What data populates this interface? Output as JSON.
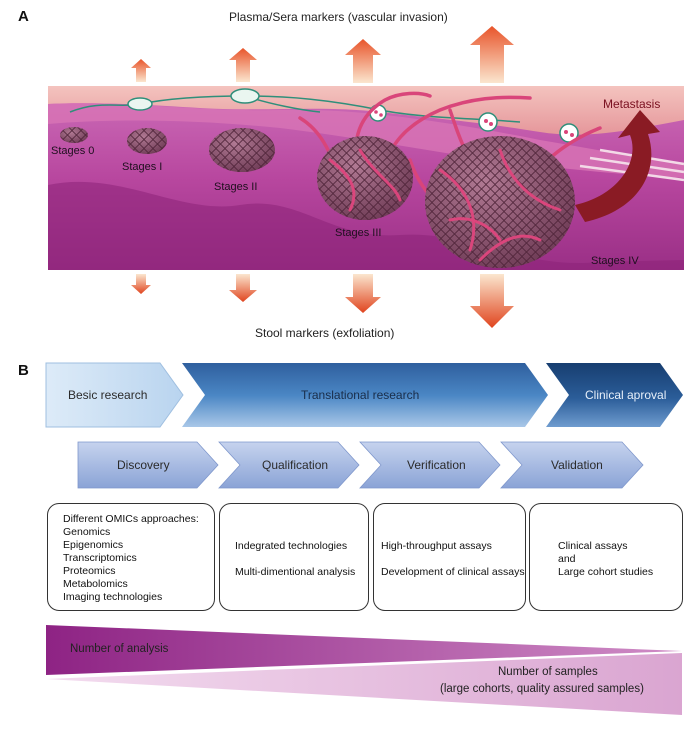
{
  "panel_a": {
    "letter": "A",
    "top_label": "Plasma/Sera markers (vascular invasion)",
    "bottom_label": "Stool markers (exfoliation)",
    "metastasis_label": "Metastasis",
    "stages": [
      "Stages 0",
      "Stages I",
      "Stages II",
      "Stages III",
      "Stages IV"
    ]
  },
  "panel_b": {
    "letter": "B",
    "research_row": [
      "Besic research",
      "Translational research",
      "Clinical aproval"
    ],
    "phase_row": [
      "Discovery",
      "Qualification",
      "Verification",
      "Validation"
    ],
    "boxes": [
      {
        "lines": [
          "Different OMICs approaches:",
          "Genomics",
          "Epigenomics",
          "Transcriptomics",
          "Proteomics",
          "Metabolomics",
          "Imaging technologies"
        ]
      },
      {
        "lines": [
          "Indegrated technologies",
          "",
          "Multi-dimentional analysis"
        ]
      },
      {
        "lines": [
          "High-throughput assays",
          "",
          "Development of clinical assays"
        ]
      },
      {
        "lines": [
          "Clinical assays",
          "and",
          "Large cohort studies"
        ]
      }
    ],
    "wedge_top_label": "Number of analysis",
    "wedge_bottom_label_1": "Number of samples",
    "wedge_bottom_label_2": "(large cohorts, quality assured samples)"
  },
  "colors": {
    "tissue_magenta": "#b8479f",
    "vessel_pink": "#d9457a",
    "tumor_mauve": "#8e5874",
    "arrow_orange": "#e8542a",
    "metastasis_red": "#8a1b24",
    "light_blue": "#cfe3f5",
    "mid_blue": "#3f78b8",
    "dark_blue": "#1f4e86",
    "phase_blue": "#8ea7d8",
    "wedge_dark": "#9a2d8c",
    "wedge_light": "#e3b6d9"
  }
}
